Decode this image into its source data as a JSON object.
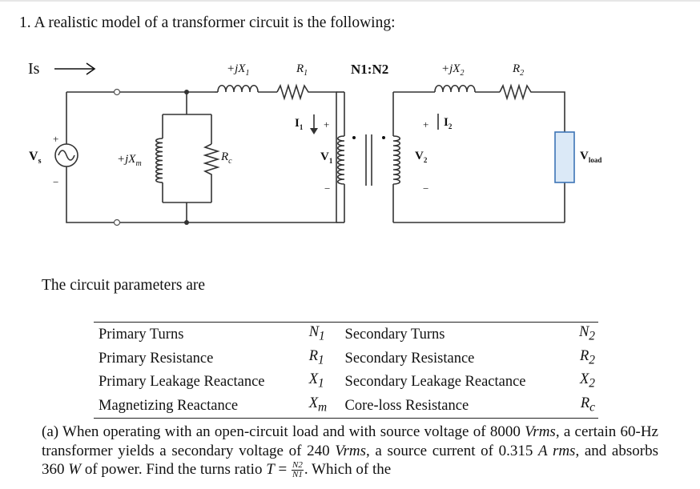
{
  "question": {
    "number": "1.",
    "title": "A realistic model of a transformer circuit is the following:"
  },
  "circuit": {
    "source_current": "Is",
    "source_voltage": "V",
    "source_voltage_sub": "s",
    "plus": "+",
    "minus": "−",
    "magnetizing": "+jX",
    "magnetizing_sub": "m",
    "core_loss": "R",
    "core_loss_sub": "c",
    "primary_reactance": "+jX",
    "primary_reactance_sub": "1",
    "primary_resistance": "R",
    "primary_resistance_sub": "1",
    "turns_ratio": "N1:N2",
    "secondary_reactance": "+jX",
    "secondary_reactance_sub": "2",
    "secondary_resistance": "R",
    "secondary_resistance_sub": "2",
    "current_primary": "I",
    "current_primary_sub": "1",
    "current_secondary": "I",
    "current_secondary_sub": "2",
    "voltage_primary": "V",
    "voltage_primary_sub": "1",
    "voltage_secondary": "V",
    "voltage_secondary_sub": "2",
    "load": "V",
    "load_sub": "load"
  },
  "params": {
    "intro": "The circuit parameters are",
    "rows": [
      {
        "name": "Primary Turns",
        "sym": "N",
        "sub": "1",
        "name2": "Secondary Turns",
        "sym2": "N",
        "sub2": "2"
      },
      {
        "name": "Primary Resistance",
        "sym": "R",
        "sub": "1",
        "name2": "Secondary Resistance",
        "sym2": "R",
        "sub2": "2"
      },
      {
        "name": "Primary Leakage Reactance",
        "sym": "X",
        "sub": "1",
        "name2": "Secondary Leakage Reactance",
        "sym2": "X",
        "sub2": "2"
      },
      {
        "name": "Magnetizing Reactance",
        "sym": "X",
        "sub": "m",
        "name2": "Core-loss Resistance",
        "sym2": "R",
        "sub2": "c"
      }
    ]
  },
  "part_a": {
    "t1": "(a) When operating with an open-circuit load and with source voltage of 8000 ",
    "u1": "Vrms",
    "t2": ", a certain 60-Hz transformer yields a secondary voltage of 240 ",
    "u2": "Vrms",
    "t3": ", a source current of 0.315 ",
    "u3": "A rms",
    "t4": ", and absorbs 360 ",
    "u4": "W",
    "t5": " of power. Find the turns ratio ",
    "u5": "T",
    "t6": " = ",
    "frac_num": "N2",
    "frac_den": "N1",
    "t7": ". Which of the"
  }
}
